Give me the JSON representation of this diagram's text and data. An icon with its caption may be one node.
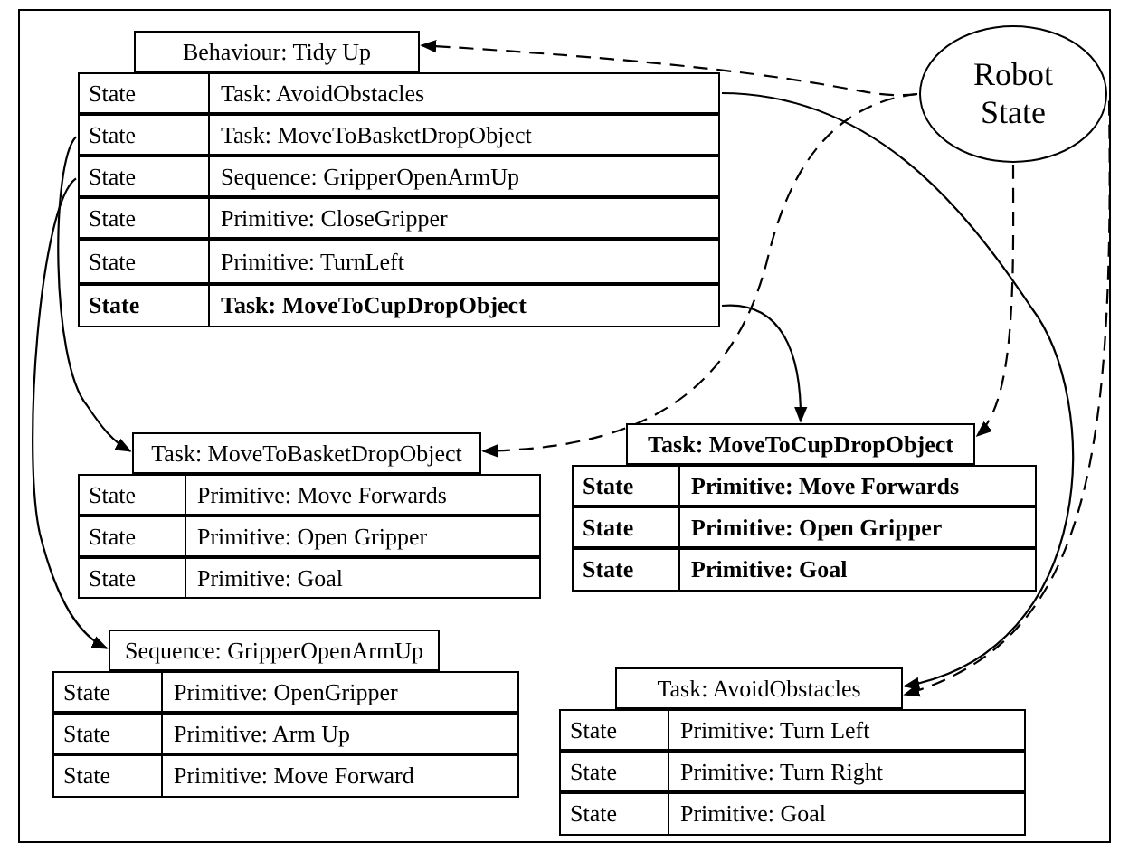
{
  "diagram": {
    "nodes": [
      {
        "text": [
          "Behaviour: Tidy Up"
        ]
      },
      {
        "text": [
          "Robot State"
        ]
      },
      {
        "text": [
          "State",
          "Task: AvoidObstacles"
        ]
      },
      {
        "text": [
          "State",
          "Task: MoveToBasketDropObject"
        ]
      },
      {
        "text": [
          "State",
          "Sequence: GripperOpenArmUp"
        ]
      },
      {
        "text": [
          "State",
          "Primitive: CloseGripper"
        ]
      },
      {
        "text": [
          "State",
          "Primitive: TurnLeft"
        ]
      },
      {
        "text": [
          "State",
          "Task: MoveToCupDropObject"
        ]
      },
      {
        "text": [
          "Task: MoveToBasketDropObject"
        ]
      },
      {
        "text": [
          "State",
          "Primitive: Move Forwards"
        ]
      },
      {
        "text": [
          "State",
          "Primitive: Open Gripper"
        ]
      },
      {
        "text": [
          "State",
          "Primitive: Goal"
        ]
      },
      {
        "text": [
          "Task: MoveToCupDropObject"
        ]
      },
      {
        "text": [
          "State",
          "Primitive: Move Forwards"
        ]
      },
      {
        "text": [
          "State",
          "Primitive: Open Gripper"
        ]
      },
      {
        "text": [
          "State",
          "Primitive: Goal"
        ]
      },
      {
        "text": [
          "Sequence: GripperOpenArmUp"
        ]
      },
      {
        "text": [
          "State",
          "Primitive: OpenGripper"
        ]
      },
      {
        "text": [
          "State",
          "Primitive: Arm Up"
        ]
      },
      {
        "text": [
          "State",
          "Primitive: Move Forward"
        ]
      },
      {
        "text": [
          "Task: AvoidObstacles"
        ]
      },
      {
        "text": [
          "State",
          "Primitive: Turn Left"
        ]
      },
      {
        "text": [
          "State",
          "Primitive: Turn Right"
        ]
      },
      {
        "text": [
          "State",
          "Primitive: Goal"
        ]
      }
    ],
    "edges": [
      {
        "from": 2,
        "to": 20,
        "arrow": "to"
      },
      {
        "from": 3,
        "to": 8,
        "arrow": "to"
      },
      {
        "from": 4,
        "to": 16,
        "arrow": "to"
      },
      {
        "from": 7,
        "to": 12,
        "arrow": "to"
      },
      {
        "from": 1,
        "to": 0,
        "arrow": "to",
        "style": "dashed"
      },
      {
        "from": 1,
        "to": 8,
        "arrow": "to",
        "style": "dashed"
      },
      {
        "from": 1,
        "to": 12,
        "arrow": "to",
        "style": "dashed"
      },
      {
        "from": 1,
        "to": 20,
        "arrow": "to",
        "style": "dashed"
      }
    ]
  }
}
